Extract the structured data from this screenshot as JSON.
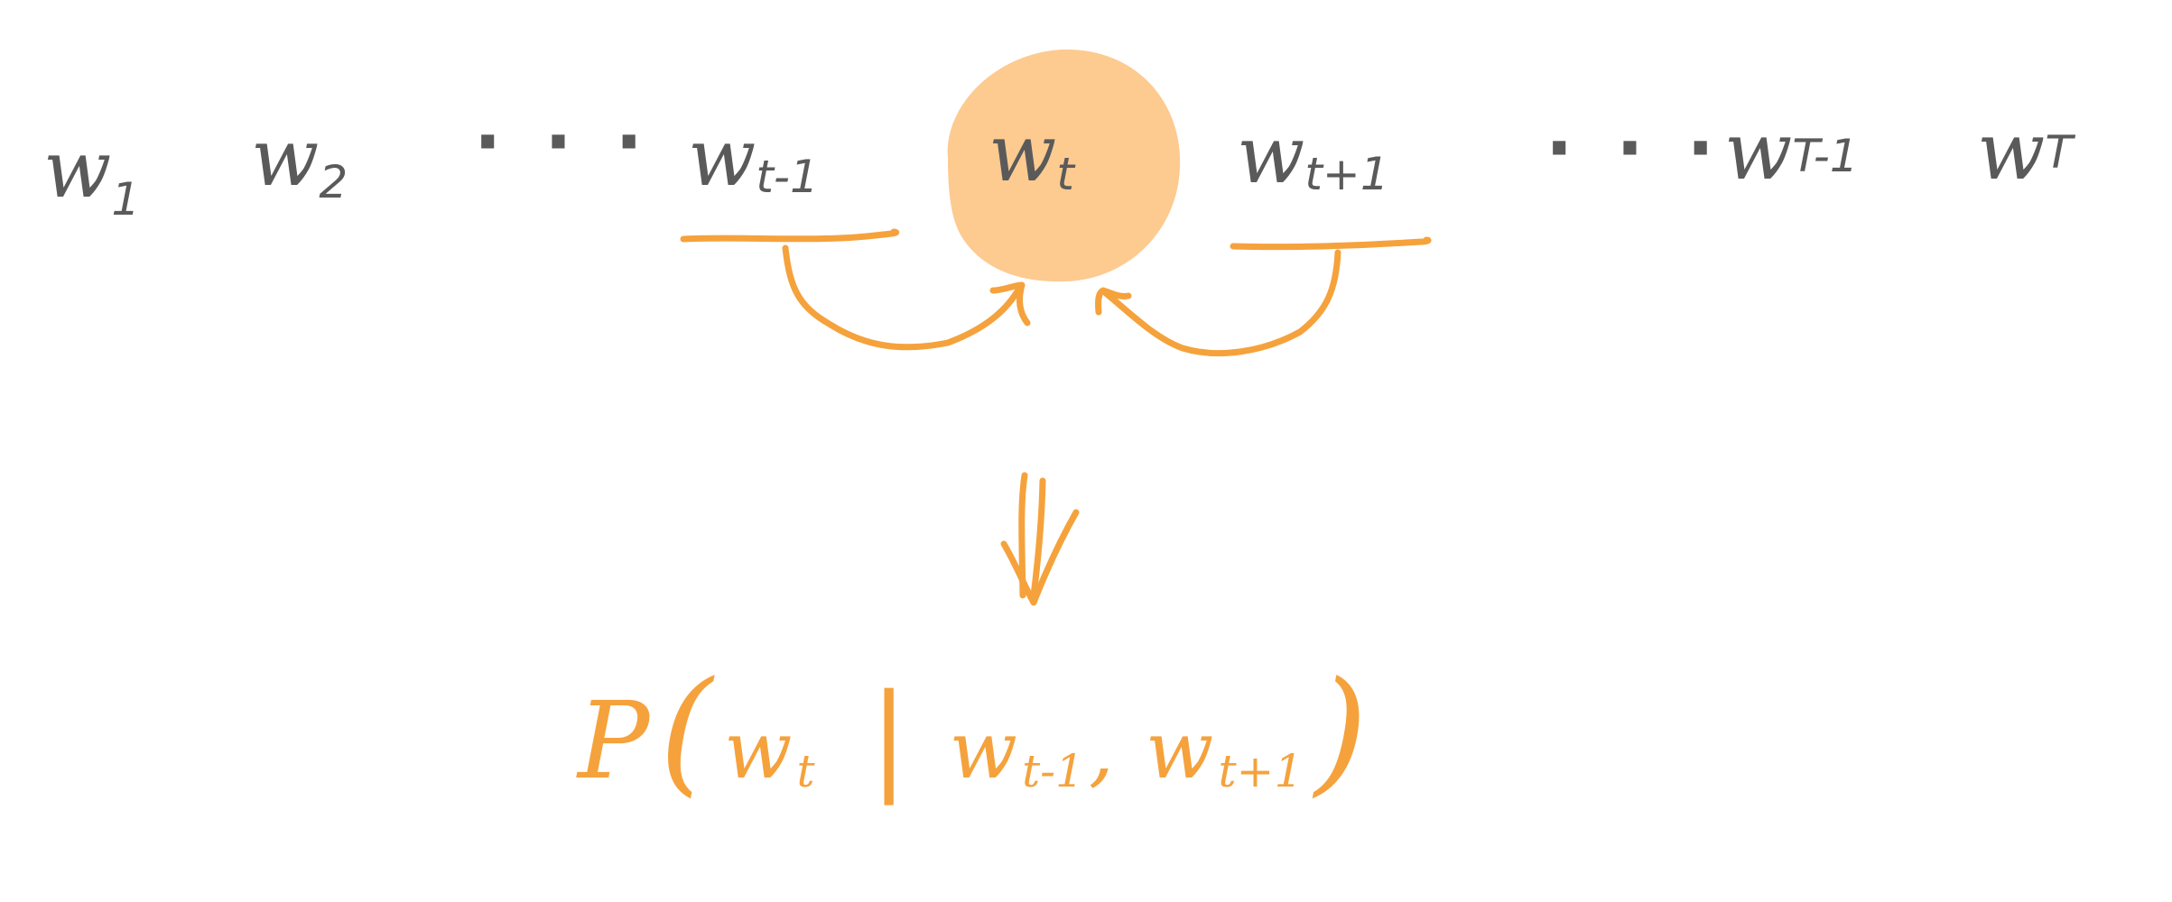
{
  "colors": {
    "ink": "#5a5a5a",
    "accent": "#f5a23c",
    "highlight": "#fdca90"
  },
  "sequence": [
    {
      "id": "w1",
      "base": "w",
      "sub": "1"
    },
    {
      "id": "w2",
      "base": "w",
      "sub": "2"
    },
    {
      "id": "dots1",
      "text": "· · ·"
    },
    {
      "id": "wtm1",
      "base": "w",
      "sub": "t-1"
    },
    {
      "id": "wt",
      "base": "w",
      "sub": "t"
    },
    {
      "id": "wtp1",
      "base": "w",
      "sub": "t+1"
    },
    {
      "id": "dots2",
      "text": "· · ·"
    },
    {
      "id": "wTm1",
      "base": "w",
      "sub": "T-1"
    },
    {
      "id": "wT",
      "base": "w",
      "sub": "T"
    }
  ],
  "formula": {
    "p": "P",
    "open": "(",
    "target_base": "w",
    "target_sub": "t",
    "bar": "|",
    "ctx1_base": "w",
    "ctx1_sub": "t-1",
    "comma": ",",
    "ctx2_base": "w",
    "ctx2_sub": "t+1",
    "close": ")"
  },
  "implies_symbol": "⇓"
}
